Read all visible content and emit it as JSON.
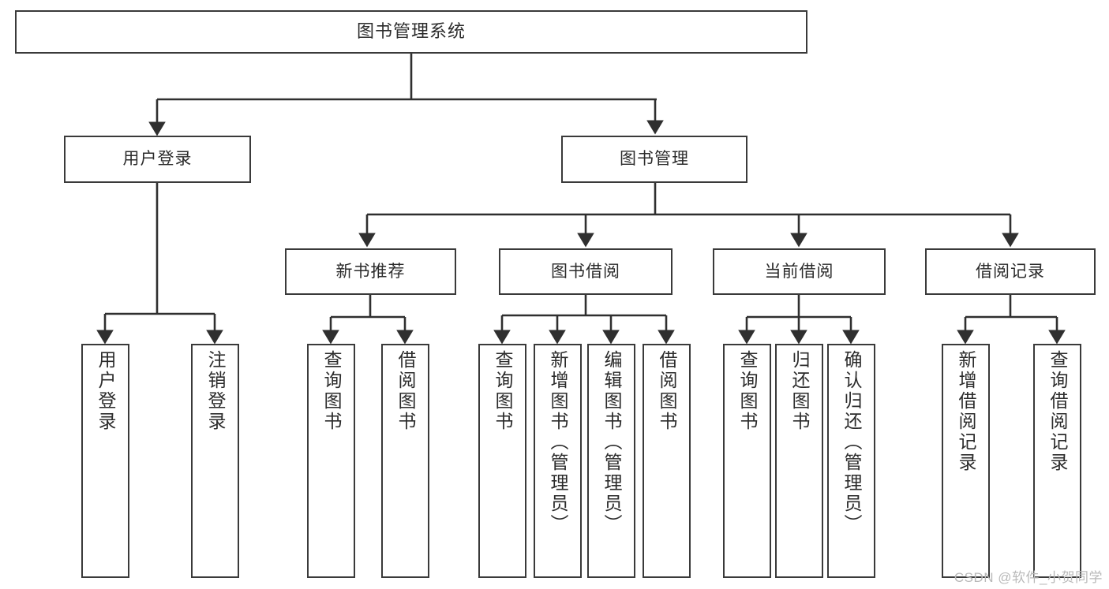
{
  "diagram": {
    "title": "图书管理系统",
    "type": "tree-hierarchy",
    "watermark": "CSDN @软件_小贺同学",
    "colors": {
      "box_border": "#3a3a3a",
      "box_fill": "#ffffff",
      "connector": "#2f2f2f",
      "text": "#2b2b2b",
      "watermark": "#b9b9b9"
    },
    "nodes": {
      "root": {
        "label": "图书管理系统"
      },
      "level2": [
        {
          "id": "user-login",
          "label": "用户登录"
        },
        {
          "id": "book-management",
          "label": "图书管理"
        }
      ],
      "level3": [
        {
          "id": "new-book-recommend",
          "label": "新书推荐"
        },
        {
          "id": "book-borrow",
          "label": "图书借阅"
        },
        {
          "id": "current-borrow",
          "label": "当前借阅"
        },
        {
          "id": "borrow-record",
          "label": "借阅记录"
        }
      ],
      "leaves": {
        "user-login": [
          {
            "id": "leaf-user-login",
            "label": "用户登录"
          },
          {
            "id": "leaf-logout-login",
            "label": "注销登录"
          }
        ],
        "new-book-recommend": [
          {
            "id": "leaf-query-book-1",
            "label": "查询图书"
          },
          {
            "id": "leaf-borrow-book-1",
            "label": "借阅图书"
          }
        ],
        "book-borrow": [
          {
            "id": "leaf-query-book-2",
            "label": "查询图书"
          },
          {
            "id": "leaf-add-book",
            "label": "新增图书（管理员）"
          },
          {
            "id": "leaf-edit-book",
            "label": "编辑图书（管理员）"
          },
          {
            "id": "leaf-borrow-book-2",
            "label": "借阅图书"
          }
        ],
        "current-borrow": [
          {
            "id": "leaf-query-book-3",
            "label": "查询图书"
          },
          {
            "id": "leaf-return-book",
            "label": "归还图书"
          },
          {
            "id": "leaf-confirm-return",
            "label": "确认归还（管理员）"
          }
        ],
        "borrow-record": [
          {
            "id": "leaf-add-borrow-record",
            "label": "新增借阅记录"
          },
          {
            "id": "leaf-query-borrow-record",
            "label": "查询借阅记录"
          }
        ]
      }
    }
  }
}
